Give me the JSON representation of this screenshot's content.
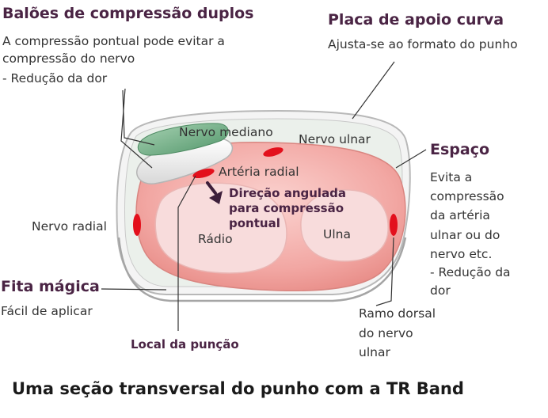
{
  "texts": {
    "balloons_title": "Balões de compressão duplos",
    "balloons_desc": [
      "A compressão pontual pode evitar a",
      "compressão do nervo",
      "- Redução da dor"
    ],
    "plate_title": "Placa de apoio curva",
    "plate_desc": "Ajusta-se ao formato do punho",
    "space_title": "Espaço",
    "space_desc": [
      "Evita a",
      "compressão",
      "da artéria",
      "ulnar ou do",
      "nervo etc.",
      "- Redução da",
      "dor"
    ],
    "median_nerve": "Nervo mediano",
    "ulnar_nerve": "Nervo ulnar",
    "radial_artery": "Artéria radial",
    "angled_direction": [
      "Direção angulada",
      "para compressão",
      "pontual"
    ],
    "radial_nerve": "Nervo radial",
    "radius": "Rádio",
    "ulna": "Ulna",
    "magic_tape_title": "Fita mágica",
    "magic_tape_desc": "Fácil de aplicar",
    "dorsal_branch": [
      "Ramo dorsal",
      "do nervo",
      "ulnar"
    ],
    "puncture_site": "Local da punção",
    "caption": "Uma seção transversal do punho com a TR Band"
  },
  "colors": {
    "heading": "#4a2444",
    "wrist_fill": "#f2a7a3",
    "bone_fill": "#f8dcdc",
    "balloon_green": "#6faa82",
    "vessel_red": "#e3101c",
    "arrow": "#3d1f3a"
  }
}
